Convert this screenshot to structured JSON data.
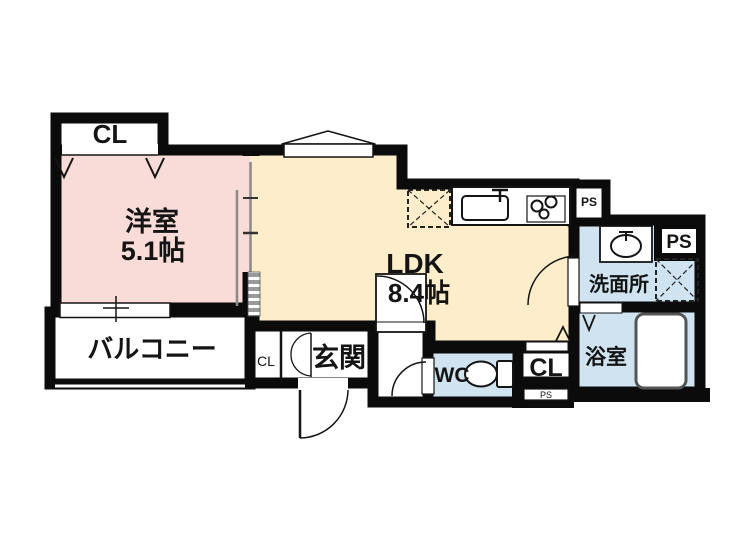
{
  "title": "1LDK apartment floor plan",
  "floor_plan": {
    "labels": {
      "closet_top": "CL",
      "western_room": "洋室",
      "western_room_size": "5.1帖",
      "balcony": "バルコニー",
      "ldk": "LDK",
      "ldk_size": "8.4帖",
      "entrance": "玄関",
      "entrance_closet": "CL",
      "wc": "WC",
      "closet_hall": "CL",
      "ps_hall": "PS",
      "washroom": "洗面所",
      "bathroom": "浴室",
      "ps_kitchen": "PS",
      "ps_washroom": "PS"
    },
    "rooms": [
      {
        "name": "洋室",
        "size": "5.1帖",
        "type": "western-style-room"
      },
      {
        "name": "LDK",
        "size": "8.4帖",
        "type": "living-dining-kitchen"
      },
      {
        "name": "バルコニー",
        "type": "balcony"
      },
      {
        "name": "玄関",
        "type": "entrance"
      },
      {
        "name": "洗面所",
        "type": "washroom"
      },
      {
        "name": "浴室",
        "type": "bathroom"
      },
      {
        "name": "WC",
        "type": "toilet-room"
      },
      {
        "name": "CL",
        "type": "closet",
        "count": 3
      },
      {
        "name": "PS",
        "type": "pipe-space",
        "count": 3
      }
    ],
    "fixtures": [
      "kitchen-sink",
      "gas-stove",
      "refrigerator-space",
      "washing-machine-space",
      "wash-basin",
      "toilet",
      "bathtub",
      "sliding-partition",
      "folding-closet-doors",
      "entrance-swing-door",
      "interior-swing-doors",
      "balcony-sliding-window",
      "bay-window"
    ],
    "colors": {
      "wall": "#0b0b0b",
      "western_room": "#f9dcd7",
      "ldk": "#fdedca",
      "wet_area": "#cfe3f0",
      "floor_white": "#ffffff",
      "slider": "#8a8a8a"
    }
  }
}
